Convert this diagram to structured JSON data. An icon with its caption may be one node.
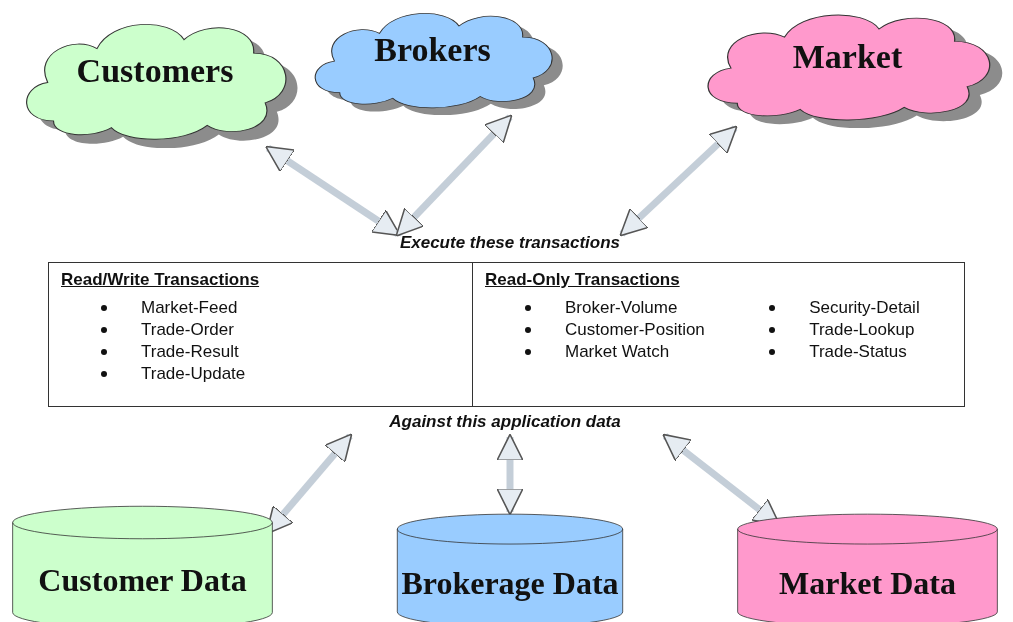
{
  "diagram": {
    "nodes": [
      {
        "text": [
          "Customers"
        ]
      },
      {
        "text": [
          "Brokers"
        ]
      },
      {
        "text": [
          "Market"
        ]
      },
      {
        "text": [
          "Execute these transactions"
        ]
      },
      {
        "text": [],
        "shape": "box"
      },
      {
        "text": [
          "Read/Write Transactions",
          "Market-Feed",
          "Trade-Order",
          "Trade-Result",
          "Trade-Update"
        ],
        "in": 4
      },
      {
        "text": [
          "Read-Only Transactions",
          "Broker-Volume",
          "Customer-Position",
          "Market Watch",
          "Security-Detail",
          "Trade-Lookup",
          "Trade-Status"
        ],
        "in": 4
      },
      {
        "text": [
          "Against this application data"
        ]
      },
      {
        "text": [
          "Customer Data"
        ]
      },
      {
        "text": [
          "Brokerage Data"
        ]
      },
      {
        "text": [
          "Market Data"
        ]
      }
    ],
    "edges": [
      {
        "from": 0,
        "to": 3,
        "arrow": "both"
      },
      {
        "from": 1,
        "to": 3,
        "arrow": "both"
      },
      {
        "from": 2,
        "to": 3,
        "arrow": "both"
      },
      {
        "from": 7,
        "to": 8,
        "arrow": "both"
      },
      {
        "from": 7,
        "to": 9,
        "arrow": "both"
      },
      {
        "from": 7,
        "to": 10,
        "arrow": "both"
      }
    ]
  }
}
